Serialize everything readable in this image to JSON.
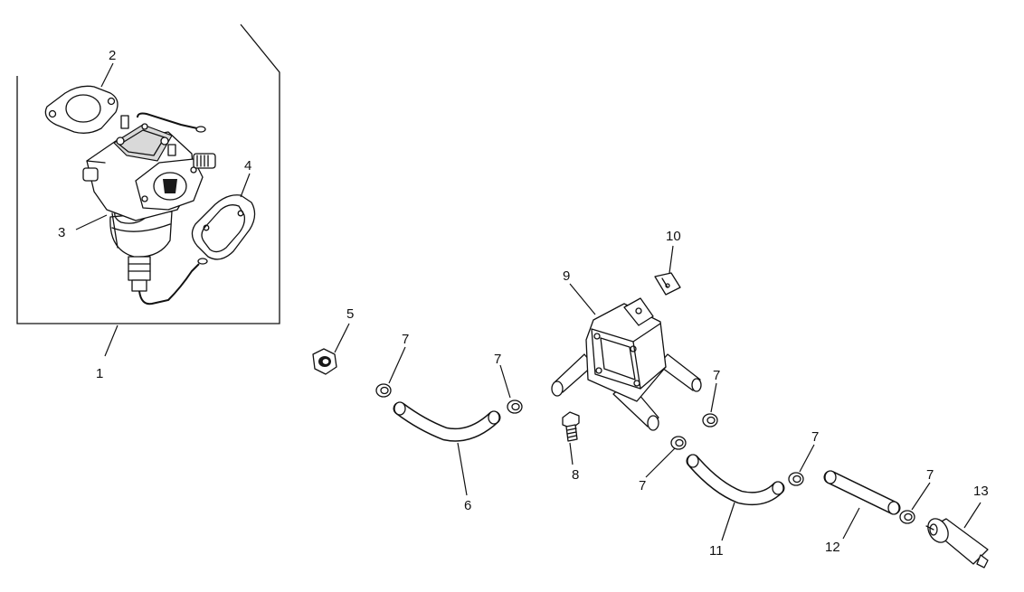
{
  "callouts": {
    "c1": "1",
    "c2": "2",
    "c3": "3",
    "c4": "4",
    "c5": "5",
    "c6": "6",
    "c7a": "7",
    "c7b": "7",
    "c7c": "7",
    "c7d": "7",
    "c7e": "7",
    "c7f": "7",
    "c8": "8",
    "c9": "9",
    "c10": "10",
    "c11": "11",
    "c12": "12",
    "c13": "13"
  }
}
